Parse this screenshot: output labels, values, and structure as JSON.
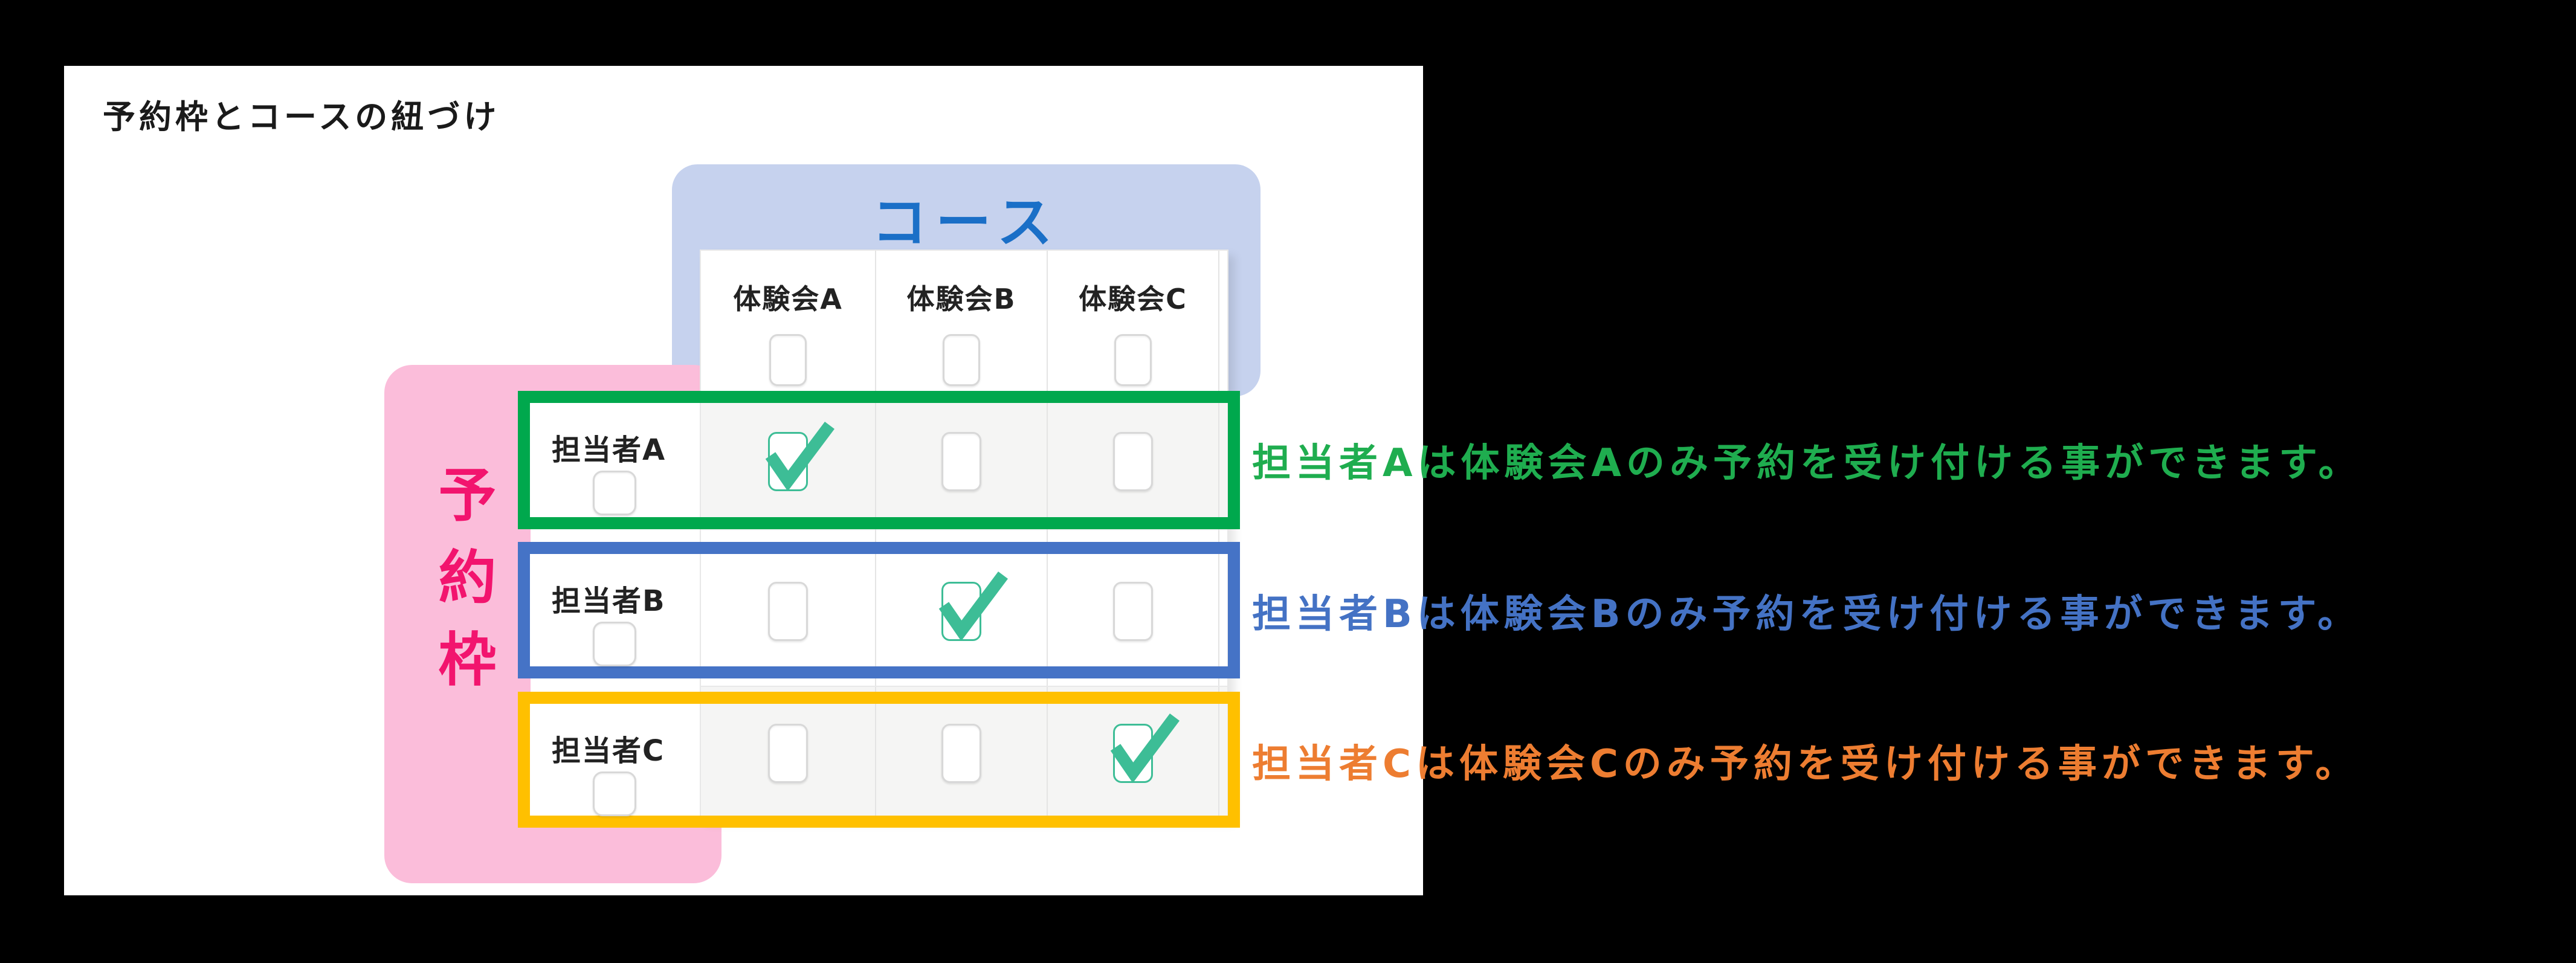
{
  "title": "予約枠とコースの紐づけ",
  "course_group": {
    "label": "コース"
  },
  "reservation_group": {
    "label": "予約枠"
  },
  "table": {
    "columns": [
      {
        "label": "体験会A"
      },
      {
        "label": "体験会B"
      },
      {
        "label": "体験会C"
      }
    ]
  },
  "rows": [
    {
      "label": "担当者A",
      "accent": "#00A84D",
      "checks": [
        true,
        false,
        false
      ],
      "annotation": "担当者Aは体験会Aのみ予約を受け付ける事ができます。",
      "annotation_color": "#1FAD4F"
    },
    {
      "label": "担当者B",
      "accent": "#4573C6",
      "checks": [
        false,
        true,
        false
      ],
      "annotation": "担当者Bは体験会Bのみ予約を受け付ける事ができます。",
      "annotation_color": "#4472C4"
    },
    {
      "label": "担当者C",
      "accent": "#FFC000",
      "checks": [
        false,
        false,
        true
      ],
      "annotation": "担当者Cは体験会Cのみ予約を受け付ける事ができます。",
      "annotation_color": "#ED7D31"
    }
  ],
  "colors": {
    "canvas_bg": "#000000",
    "panel_bg": "#FFFFFF",
    "course_panel_bg": "#C6D2EE",
    "course_label_color": "#1A6FC7",
    "reservation_panel_bg": "#FBBDDA",
    "reservation_label_color": "#F2146E",
    "check_color": "#3DBD96",
    "cell_alt_bg": "#F5F5F4",
    "grid_line": "#E4E4E4"
  }
}
